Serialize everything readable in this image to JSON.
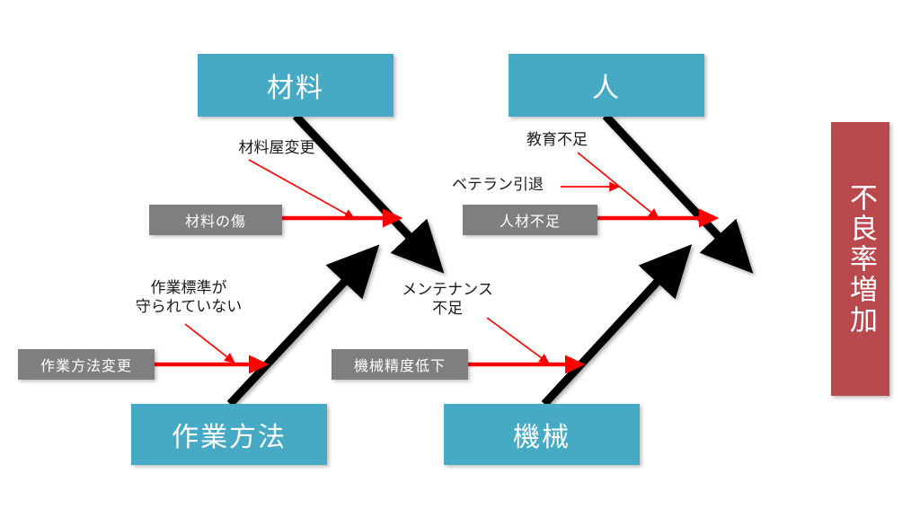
{
  "diagram": {
    "type": "fishbone-ishikawa",
    "effect": {
      "label": "不良率増加",
      "color": "#B9494C"
    },
    "palette": {
      "category": "#46AAC4",
      "cause_box": "#7F7F7F",
      "effect": "#B9494C",
      "bone": "#000000",
      "cause_arrow": "#FF0000",
      "background": "#FFFFFF",
      "text_on_fill": "#FFFFFF",
      "text_plain": "#1A1A1A"
    },
    "categories": [
      {
        "id": "material",
        "label": "材料",
        "position": "top-left"
      },
      {
        "id": "people",
        "label": "人",
        "position": "top-right"
      },
      {
        "id": "method",
        "label": "作業方法",
        "position": "bottom-left"
      },
      {
        "id": "machine",
        "label": "機械",
        "position": "bottom-right"
      }
    ],
    "causes": [
      {
        "id": "c1",
        "category": "material",
        "style": "box",
        "label": "材料の傷"
      },
      {
        "id": "c2",
        "category": "material",
        "style": "plain",
        "label": "材料屋変更"
      },
      {
        "id": "c3",
        "category": "people",
        "style": "box",
        "label": "人材不足"
      },
      {
        "id": "c4",
        "category": "people",
        "style": "plain",
        "label": "教育不足"
      },
      {
        "id": "c5",
        "category": "people",
        "style": "plain",
        "label": "ベテラン引退"
      },
      {
        "id": "c6",
        "category": "method",
        "style": "box",
        "label": "作業方法変更"
      },
      {
        "id": "c7",
        "category": "method",
        "style": "plain",
        "label": "作業標準が\n守られていない"
      },
      {
        "id": "c8",
        "category": "machine",
        "style": "box",
        "label": "機械精度低下"
      },
      {
        "id": "c9",
        "category": "machine",
        "style": "plain",
        "label": "メンテナンス\n不足"
      }
    ]
  }
}
